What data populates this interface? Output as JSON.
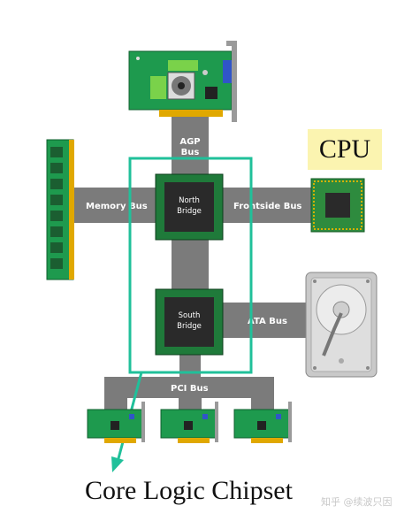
{
  "labels": {
    "agp_bus_line1": "AGP",
    "agp_bus_line2": "Bus",
    "memory_bus": "Memory Bus",
    "frontside_bus": "Frontside Bus",
    "north_bridge_line1": "North",
    "north_bridge_line2": "Bridge",
    "south_bridge_line1": "South",
    "south_bridge_line2": "Bridge",
    "ata_bus": "ATA Bus",
    "pci_bus": "PCI Bus",
    "cpu": "CPU",
    "core_logic_chipset": "Core Logic Chipset",
    "watermark": "知乎 @续波只因"
  },
  "colors": {
    "bus": "#7b7b7b",
    "chip_green": "#1f7a3a",
    "chip_dark": "#2a2a2a",
    "highlight": "#20c09a",
    "cpu_label_bg": "#fbf4b0",
    "board_green": "#1e9a4e",
    "gold": "#e0a800"
  },
  "icons": {
    "agp_card": "graphics-card-icon",
    "memory_module": "ram-stick-icon",
    "cpu": "cpu-chip-icon",
    "hard_drive": "hard-drive-icon",
    "pci_cards": "expansion-card-icon"
  }
}
